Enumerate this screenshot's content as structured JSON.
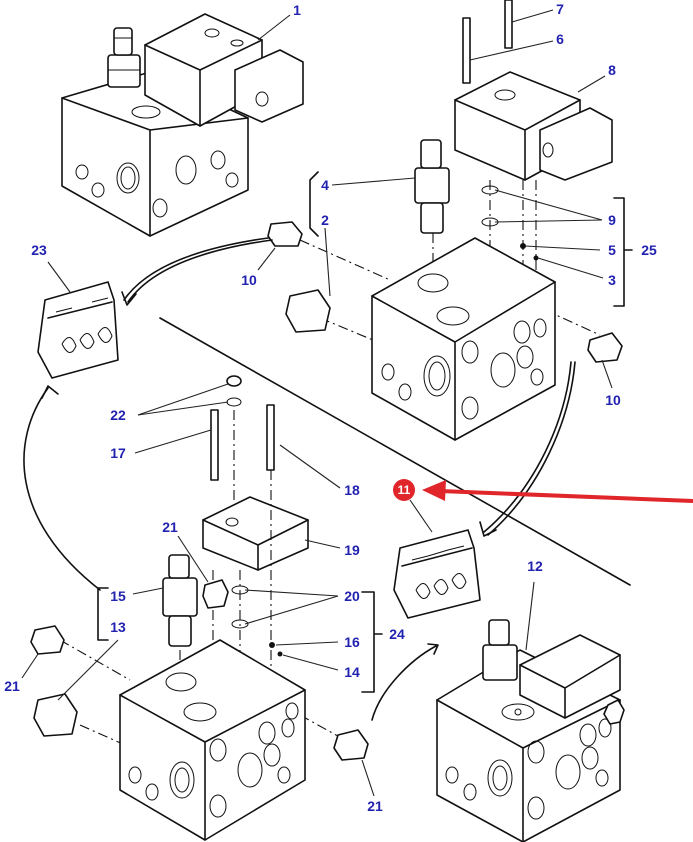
{
  "diagram": {
    "title": "Hydraulic valve block assembly – exploded parts view",
    "label_color": "#2222b0",
    "highlight_color": "#e0262b",
    "highlighted_part": "11",
    "callouts": [
      {
        "id": "c1",
        "text": "1"
      },
      {
        "id": "c7",
        "text": "7"
      },
      {
        "id": "c6",
        "text": "6"
      },
      {
        "id": "c8",
        "text": "8"
      },
      {
        "id": "c4",
        "text": "4"
      },
      {
        "id": "c2",
        "text": "2"
      },
      {
        "id": "c9",
        "text": "9"
      },
      {
        "id": "c5",
        "text": "5"
      },
      {
        "id": "c25",
        "text": "25"
      },
      {
        "id": "c3",
        "text": "3"
      },
      {
        "id": "c23",
        "text": "23"
      },
      {
        "id": "c10a",
        "text": "10"
      },
      {
        "id": "c10b",
        "text": "10"
      },
      {
        "id": "c22",
        "text": "22"
      },
      {
        "id": "c17",
        "text": "17"
      },
      {
        "id": "c18",
        "text": "18"
      },
      {
        "id": "c19",
        "text": "19"
      },
      {
        "id": "c21a",
        "text": "21"
      },
      {
        "id": "c15",
        "text": "15"
      },
      {
        "id": "c13",
        "text": "13"
      },
      {
        "id": "c20",
        "text": "20"
      },
      {
        "id": "c16",
        "text": "16"
      },
      {
        "id": "c24",
        "text": "24"
      },
      {
        "id": "c14",
        "text": "14"
      },
      {
        "id": "c21b",
        "text": "21"
      },
      {
        "id": "c21c",
        "text": "21"
      },
      {
        "id": "c12",
        "text": "12"
      }
    ],
    "highlight_badge": {
      "text": "11"
    },
    "parts": [
      {
        "name": "valve-assembly-complete-top",
        "part": "1"
      },
      {
        "name": "valve-block-exploded-upper",
        "part": "25"
      },
      {
        "name": "valve-block-exploded-lower",
        "part": "24"
      },
      {
        "name": "valve-assembly-complete-bottom",
        "part": "12"
      },
      {
        "name": "seal-kit-bag-upper",
        "part": "23"
      },
      {
        "name": "seal-kit-bag-lower",
        "part": "11"
      }
    ]
  }
}
